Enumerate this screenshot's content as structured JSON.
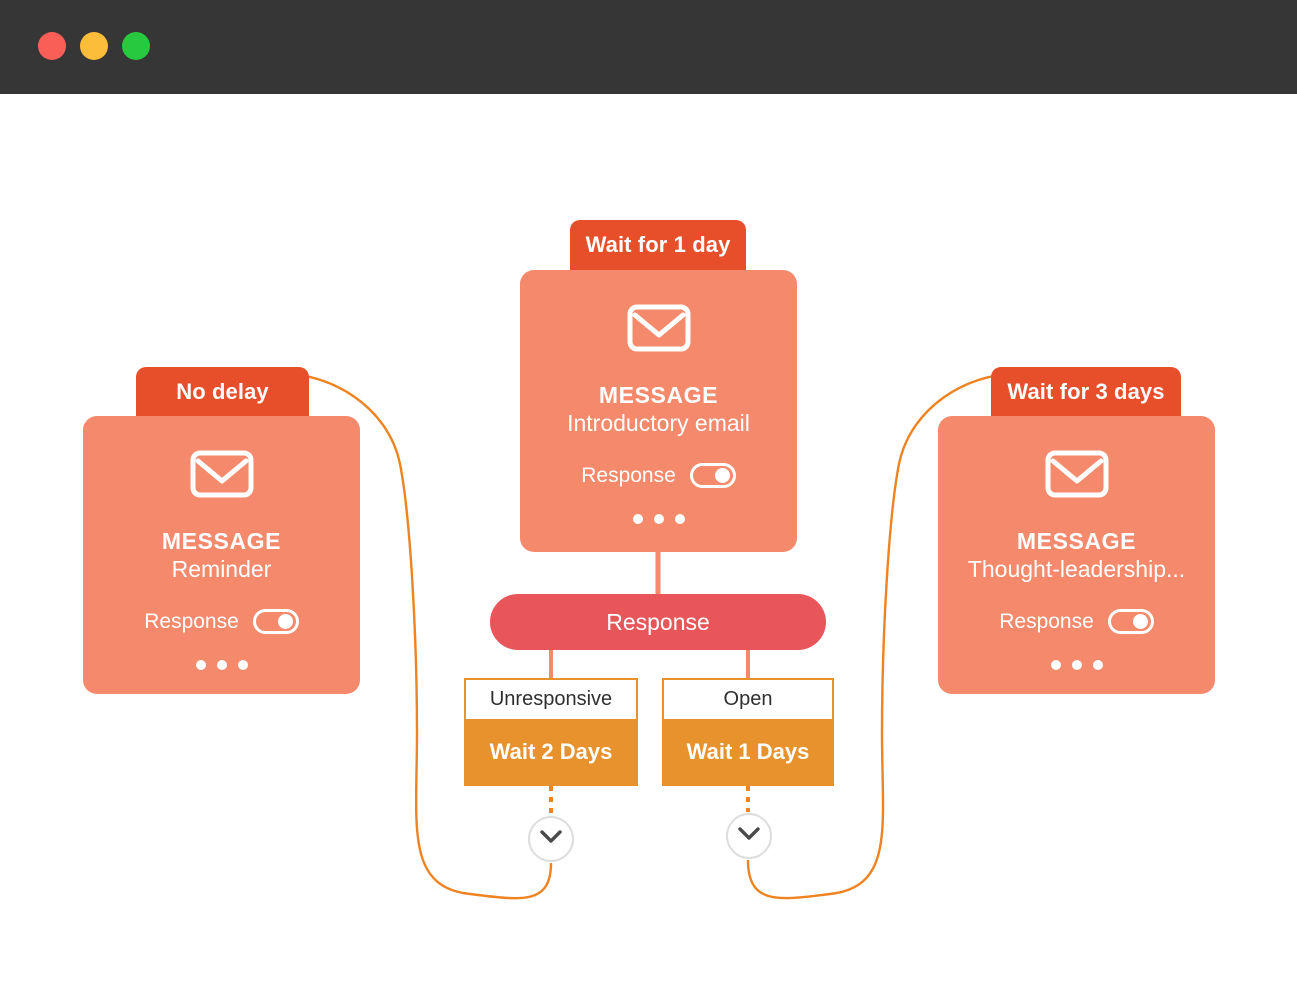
{
  "window": {
    "titlebar": {
      "buttons": [
        {
          "name": "close-button",
          "color": "#F95F57",
          "label": ""
        },
        {
          "name": "minimize-button",
          "color": "#FBBD3A",
          "label": ""
        },
        {
          "name": "maximize-button",
          "color": "#27C93F",
          "label": ""
        }
      ]
    }
  },
  "colors": {
    "titlebar_bg": "#363636",
    "card_body": "#F5896B",
    "card_tab": "#E74F2B",
    "decision_pill": "#E8565A",
    "wait_box": "#E8922E",
    "wire": "#EF8321",
    "canvas_bg": "#FFFFFF"
  },
  "flow": {
    "cards": [
      {
        "id": "reminder",
        "delay_label": "No delay",
        "kind": "MESSAGE",
        "name": "Reminder",
        "toggle_label": "Response",
        "toggle_on": true,
        "icon": "envelope-icon",
        "menu": "three-dots-icon"
      },
      {
        "id": "introductory",
        "delay_label": "Wait for 1 day",
        "kind": "MESSAGE",
        "name": "Introductory email",
        "toggle_label": "Response",
        "toggle_on": true,
        "icon": "envelope-icon",
        "menu": "three-dots-icon"
      },
      {
        "id": "thought-leadership",
        "delay_label": "Wait for 3 days",
        "kind": "MESSAGE",
        "name": "Thought-leadership...",
        "toggle_label": "Response",
        "toggle_on": true,
        "icon": "envelope-icon",
        "menu": "three-dots-icon"
      }
    ],
    "decision": {
      "label": "Response"
    },
    "branches": [
      {
        "id": "unresponsive",
        "condition": "Unresponsive",
        "wait": "Wait 2 Days",
        "add_icon": "chevron-down-icon"
      },
      {
        "id": "open",
        "condition": "Open",
        "wait": "Wait 1 Days",
        "add_icon": "chevron-down-icon"
      }
    ]
  }
}
